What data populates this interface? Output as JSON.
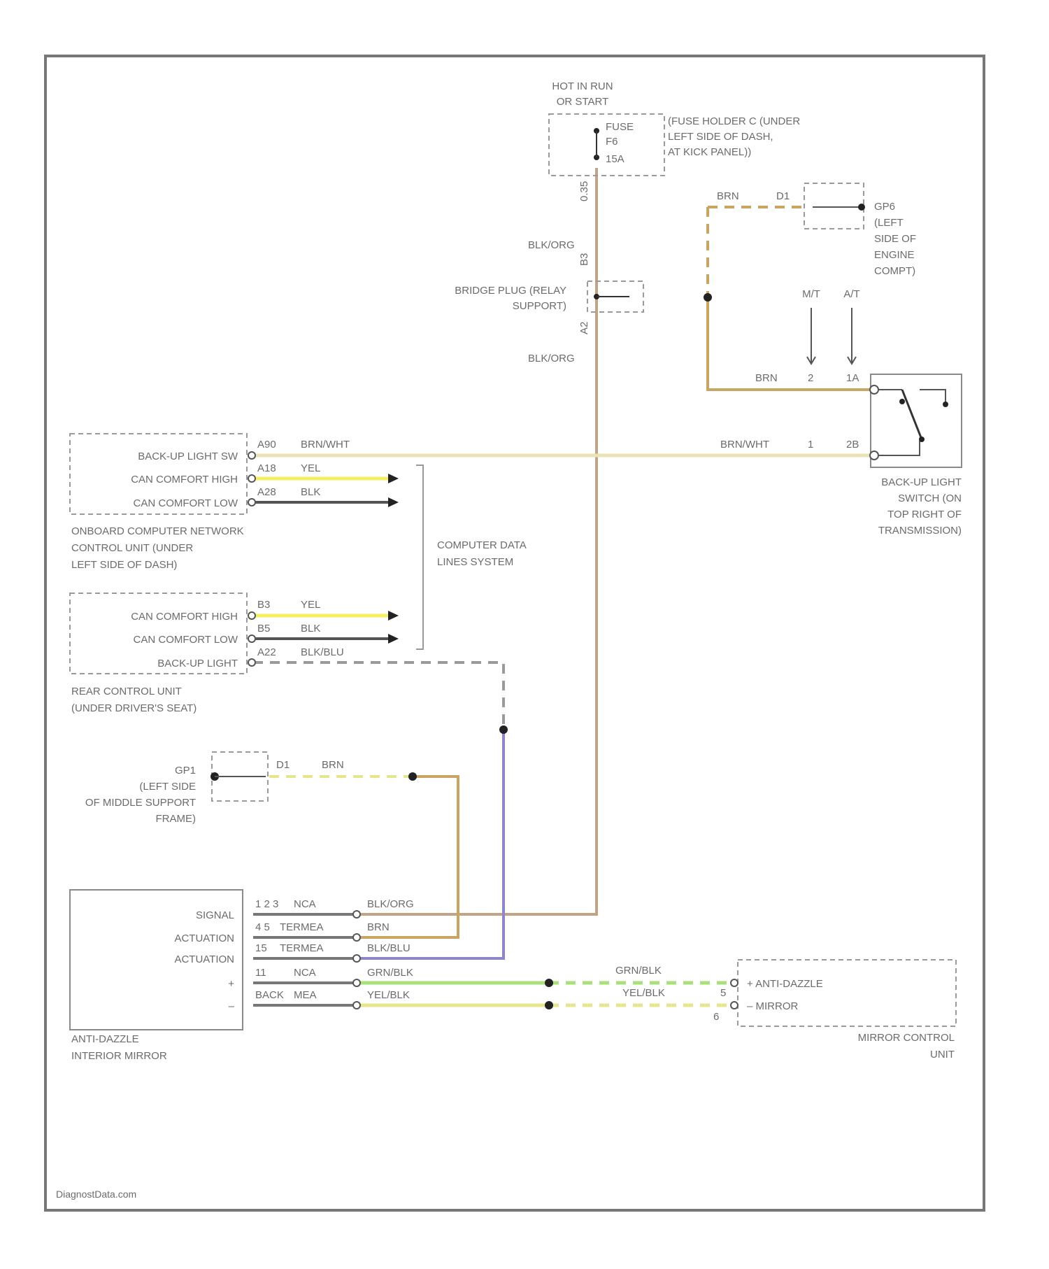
{
  "diagram": {
    "fuse": {
      "feed": [
        "HOT IN RUN",
        "OR START"
      ],
      "labels": [
        "FUSE",
        "F6",
        "15A"
      ],
      "location": [
        "(FUSE HOLDER C (UNDER",
        "LEFT SIDE OF DASH,",
        "AT KICK PANEL))"
      ],
      "wire_num": "0.35",
      "wire_color": "BLK/ORG"
    },
    "bridge_plug": {
      "name": [
        "BRIDGE PLUG (RELAY",
        "SUPPORT)"
      ],
      "pin_top": "B3",
      "pin_bottom": "A2",
      "wire_color": "BLK/ORG"
    },
    "gp6": {
      "wire": "BRN",
      "pin": "D1",
      "name": [
        "GP6",
        "(LEFT",
        "SIDE OF",
        "ENGINE",
        "COMPT)"
      ]
    },
    "trans_labels": {
      "mt": "M/T",
      "at": "A/T"
    },
    "backup_switch": {
      "wire_top": "BRN",
      "pin_top_mt": "2",
      "pin_top_at": "1A",
      "wire_bottom": "BRN/WHT",
      "pin_bottom_mt": "1",
      "pin_bottom_at": "2B",
      "name": [
        "BACK-UP LIGHT",
        "SWITCH (ON",
        "TOP RIGHT OF",
        "TRANSMISSION)"
      ]
    },
    "onboard_unit": {
      "pins": [
        {
          "label": "BACK-UP LIGHT SW",
          "pin": "A90",
          "wire": "BRN/WHT"
        },
        {
          "label": "CAN COMFORT HIGH",
          "pin": "A18",
          "wire": "YEL"
        },
        {
          "label": "CAN COMFORT LOW",
          "pin": "A28",
          "wire": "BLK"
        }
      ],
      "name": [
        "ONBOARD COMPUTER NETWORK",
        "CONTROL UNIT (UNDER",
        "LEFT SIDE OF DASH)"
      ]
    },
    "data_lines": [
      "COMPUTER DATA",
      "LINES SYSTEM"
    ],
    "rear_unit": {
      "pins": [
        {
          "label": "CAN COMFORT HIGH",
          "pin": "B3",
          "wire": "YEL"
        },
        {
          "label": "CAN COMFORT LOW",
          "pin": "B5",
          "wire": "BLK"
        },
        {
          "label": "BACK-UP LIGHT",
          "pin": "A22",
          "wire": "BLK/BLU"
        }
      ],
      "name": [
        "REAR CONTROL UNIT",
        "(UNDER DRIVER'S SEAT)"
      ]
    },
    "gp1": {
      "name": [
        "GP1",
        "(LEFT SIDE",
        "OF MIDDLE SUPPORT",
        "FRAME)"
      ],
      "pin": "D1",
      "wire": "BRN"
    },
    "mirror": {
      "labels": [
        "SIGNAL",
        "ACTUATION",
        "ACTUATION",
        "+",
        "–"
      ],
      "rows": [
        {
          "pin": "1 2 3",
          "term": "NCA",
          "wire": "BLK/ORG"
        },
        {
          "pin": "4 5",
          "term": "TERMEA",
          "wire": "BRN"
        },
        {
          "pin": "15",
          "term": "TERMEA",
          "wire": "BLK/BLU"
        },
        {
          "pin": "11",
          "term": "NCA",
          "wire": "GRN/BLK"
        },
        {
          "pin": "BACK",
          "term": "MEA",
          "wire": "YEL/BLK"
        }
      ],
      "name": [
        "ANTI-DAZZLE",
        "INTERIOR MIRROR"
      ]
    },
    "mirror_unit": {
      "wire_top": "GRN/BLK",
      "wire_bottom": "YEL/BLK",
      "pin_top": "5",
      "pin_bottom": "6",
      "pins": [
        "+ ANTI-DAZZLE",
        "– MIRROR"
      ],
      "name": [
        "MIRROR CONTROL",
        "UNIT"
      ]
    },
    "watermark": "DiagnostData.com",
    "colors": {
      "brn": "#c9a563",
      "tan": "#c3a385",
      "yellow": "#f4f060",
      "black": "#555555",
      "blue": "#8c88c8",
      "green": "#a8e07c",
      "yelblk": "#e6e68c",
      "brnwht": "#e8e2b4"
    }
  }
}
